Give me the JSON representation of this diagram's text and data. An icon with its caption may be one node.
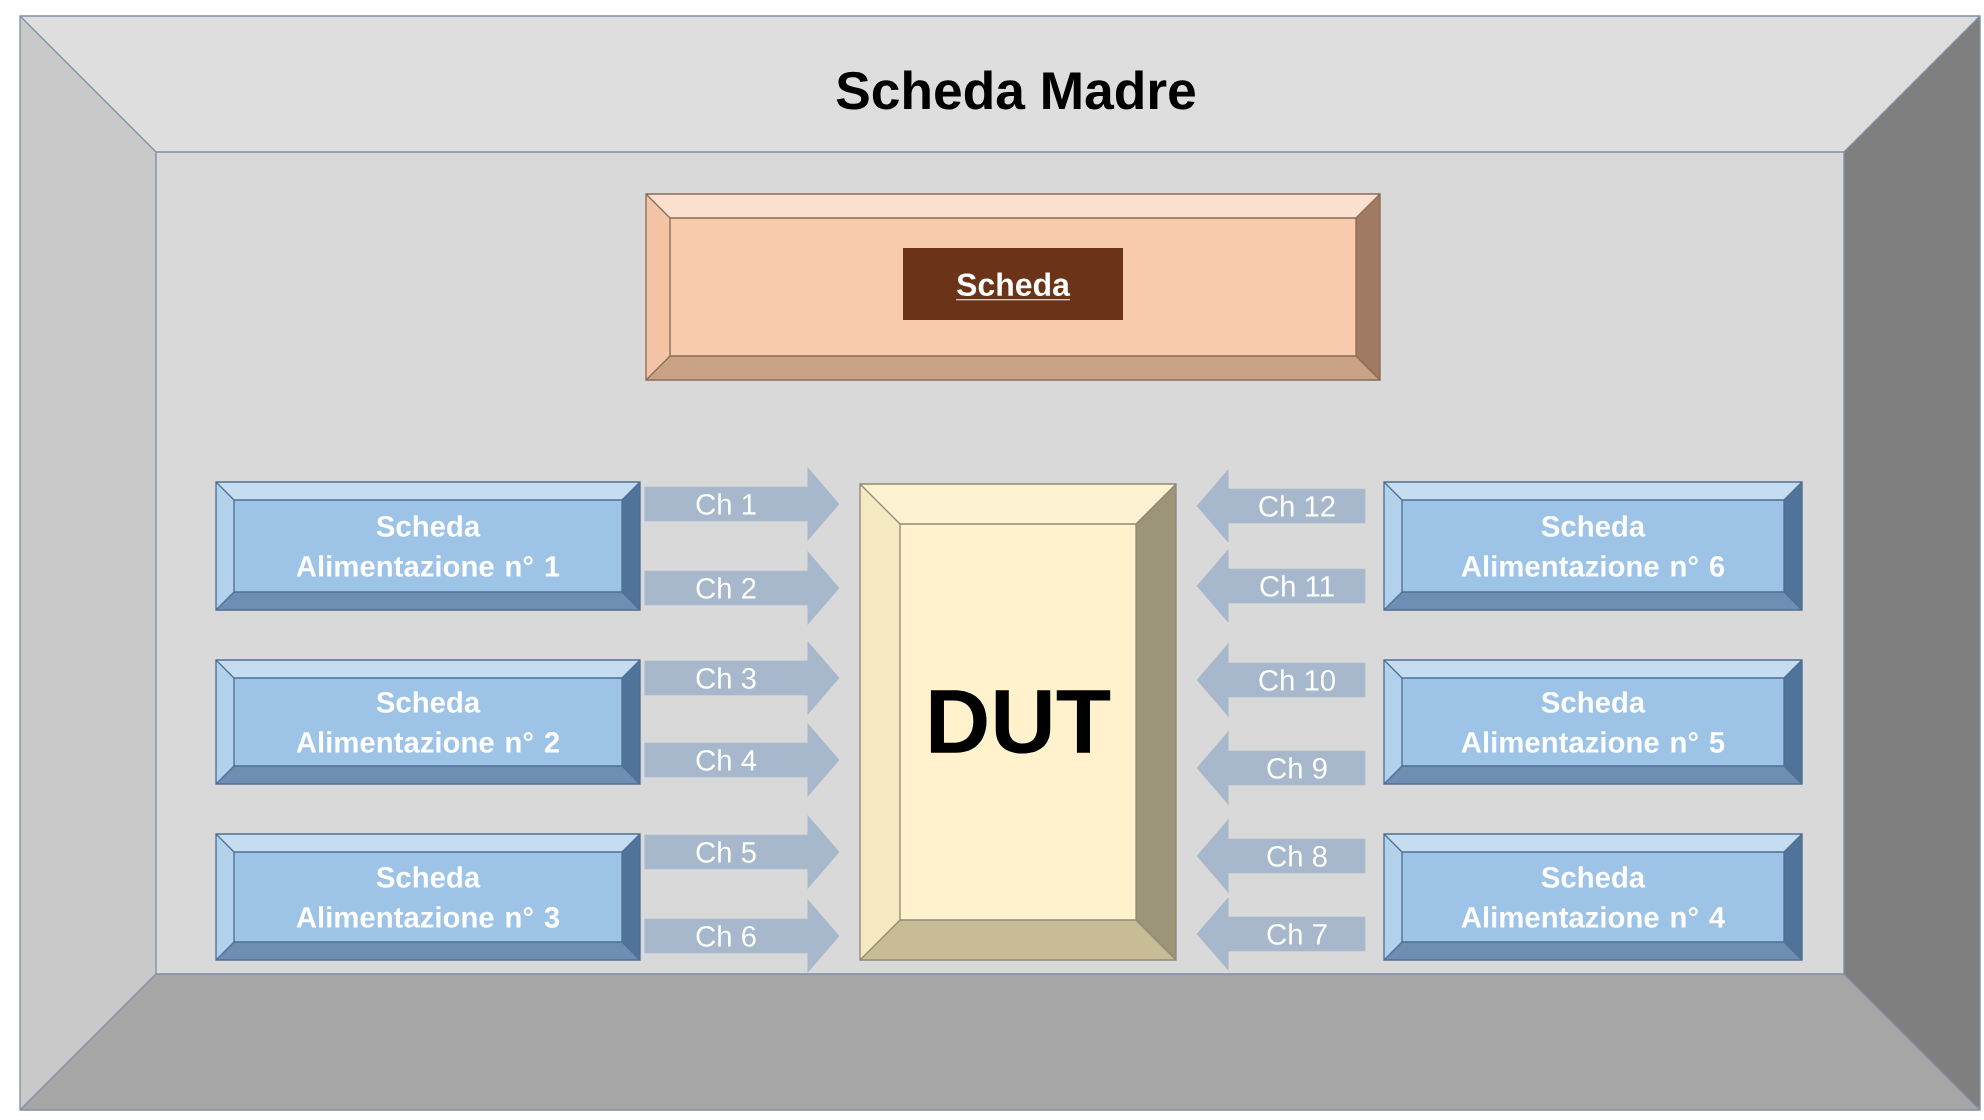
{
  "diagram": {
    "nodes": [
      {
        "text": [
          "Scheda Madre"
        ]
      },
      {
        "text": [
          "Scheda"
        ],
        "in": 0
      },
      {
        "text": [
          "Scheda Alimentazione n° 1"
        ],
        "in": 0
      },
      {
        "text": [
          "Scheda Alimentazione n° 2"
        ],
        "in": 0
      },
      {
        "text": [
          "Scheda Alimentazione n° 3"
        ],
        "in": 0
      },
      {
        "text": [
          "DUT"
        ],
        "in": 0
      },
      {
        "text": [
          "Scheda Alimentazione n° 6"
        ],
        "in": 0
      },
      {
        "text": [
          "Scheda Alimentazione n° 5"
        ],
        "in": 0
      },
      {
        "text": [
          "Scheda Alimentazione n° 4"
        ],
        "in": 0
      }
    ],
    "edges": [
      {
        "from": 2,
        "to": 5,
        "arrow": "to",
        "label": "Ch 1"
      },
      {
        "from": 2,
        "to": 5,
        "arrow": "to",
        "label": "Ch 2"
      },
      {
        "from": 3,
        "to": 5,
        "arrow": "to",
        "label": "Ch 3"
      },
      {
        "from": 3,
        "to": 5,
        "arrow": "to",
        "label": "Ch 4"
      },
      {
        "from": 4,
        "to": 5,
        "arrow": "to",
        "label": "Ch 5"
      },
      {
        "from": 4,
        "to": 5,
        "arrow": "to",
        "label": "Ch 6"
      },
      {
        "from": 8,
        "to": 5,
        "arrow": "to",
        "label": "Ch 7"
      },
      {
        "from": 8,
        "to": 5,
        "arrow": "to",
        "label": "Ch 8"
      },
      {
        "from": 7,
        "to": 5,
        "arrow": "to",
        "label": "Ch 9"
      },
      {
        "from": 7,
        "to": 5,
        "arrow": "to",
        "label": "Ch 10"
      },
      {
        "from": 6,
        "to": 5,
        "arrow": "to",
        "label": "Ch 11"
      },
      {
        "from": 6,
        "to": 5,
        "arrow": "to",
        "label": "Ch 12"
      }
    ]
  }
}
